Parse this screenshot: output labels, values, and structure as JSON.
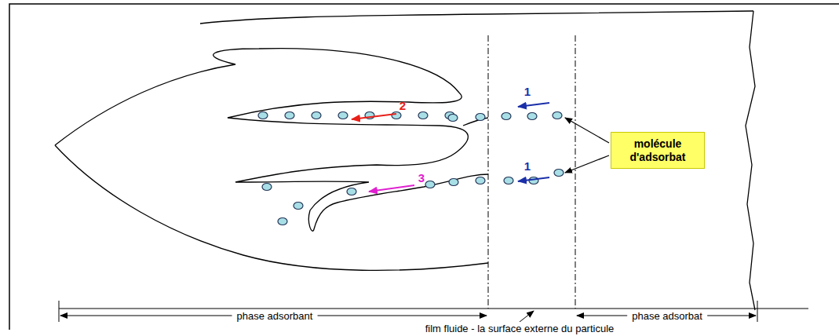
{
  "diagram": {
    "nodes": [
      {
        "text": [
          "molécule d'adsorbat"
        ]
      }
    ],
    "labels": [
      "1",
      "2",
      "1",
      "3",
      "phase adsorbant",
      "film fluide - la surface externe du particule",
      "phase adsorbat"
    ]
  }
}
